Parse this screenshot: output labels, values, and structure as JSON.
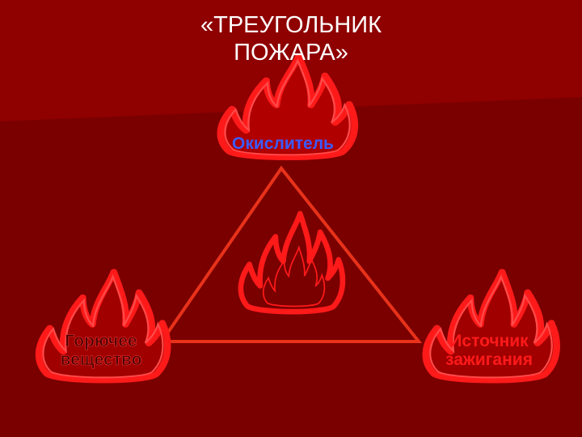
{
  "slide": {
    "title_line1": "«ТРЕУГОЛЬНИК",
    "title_line2": "ПОЖАРА»"
  },
  "nodes": {
    "top": {
      "label": "Окислитель"
    },
    "left": {
      "line1": "Горючее",
      "line2": "вещество"
    },
    "right": {
      "line1": "Источник",
      "line2": "зажигания"
    }
  },
  "colors": {
    "background": "#7a0000",
    "band": "#8f0000",
    "flame": "#ff1a1a",
    "triangle": "#e8321a",
    "title": "#ffffff",
    "label_top": "#3b5bff",
    "label_left": "#4a0000",
    "label_right": "#ff1a1a"
  },
  "icons": [
    "flame-icon",
    "center-flame-icon"
  ]
}
